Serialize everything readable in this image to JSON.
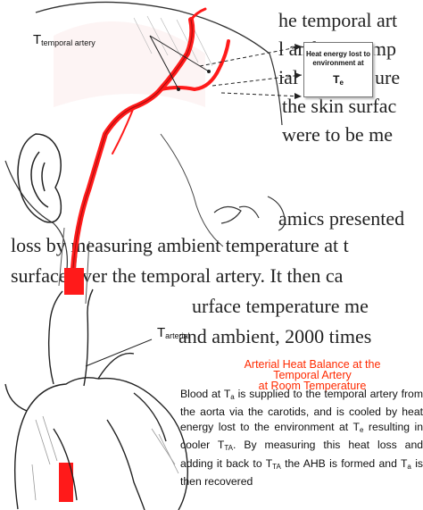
{
  "background_text": {
    "line1": "he temporal art",
    "line2": "l ambient temp",
    "line3": "ial",
    "line3b": "ure",
    "line4": "the skin surfac",
    "line5": "were to be me",
    "line6": "amics presented",
    "line7": "loss by measuring ambient temperature at t",
    "line8a": "surface over the temporal artery. It then ca",
    "line9": "urface temperature me",
    "line10": "and ambient,  2000 times"
  },
  "labels": {
    "temporal_artery_main": "T",
    "temporal_artery_sub": "temporal artery",
    "arterial_main": "T",
    "arterial_sub": "arterial"
  },
  "heat_box": {
    "line1": "Heat energy lost to",
    "line2": "environment at",
    "symbol": "T",
    "symbol_sub": "e"
  },
  "title": {
    "line1": "Arterial Heat Balance at the",
    "line2": "Temporal Artery",
    "line3": "at Room Temperature"
  },
  "description": {
    "p1": "Blood at T",
    "p1_sub": "a",
    "p2": " is supplied to the temporal artery from the aorta via the carotids, and is cooled by heat energy lost to the environment at T",
    "p2_sub": "e",
    "p3": " resulting in cooler T",
    "p3_sub": "TA",
    "p4": ". By measuring this heat loss and adding it back to T",
    "p4_sub": "TA",
    "p5": " the AHB is formed and T",
    "p5_sub": "a",
    "p6": " is then recovered"
  },
  "colors": {
    "artery_red": "#ff1a1a",
    "title_red": "#ff2a00"
  }
}
